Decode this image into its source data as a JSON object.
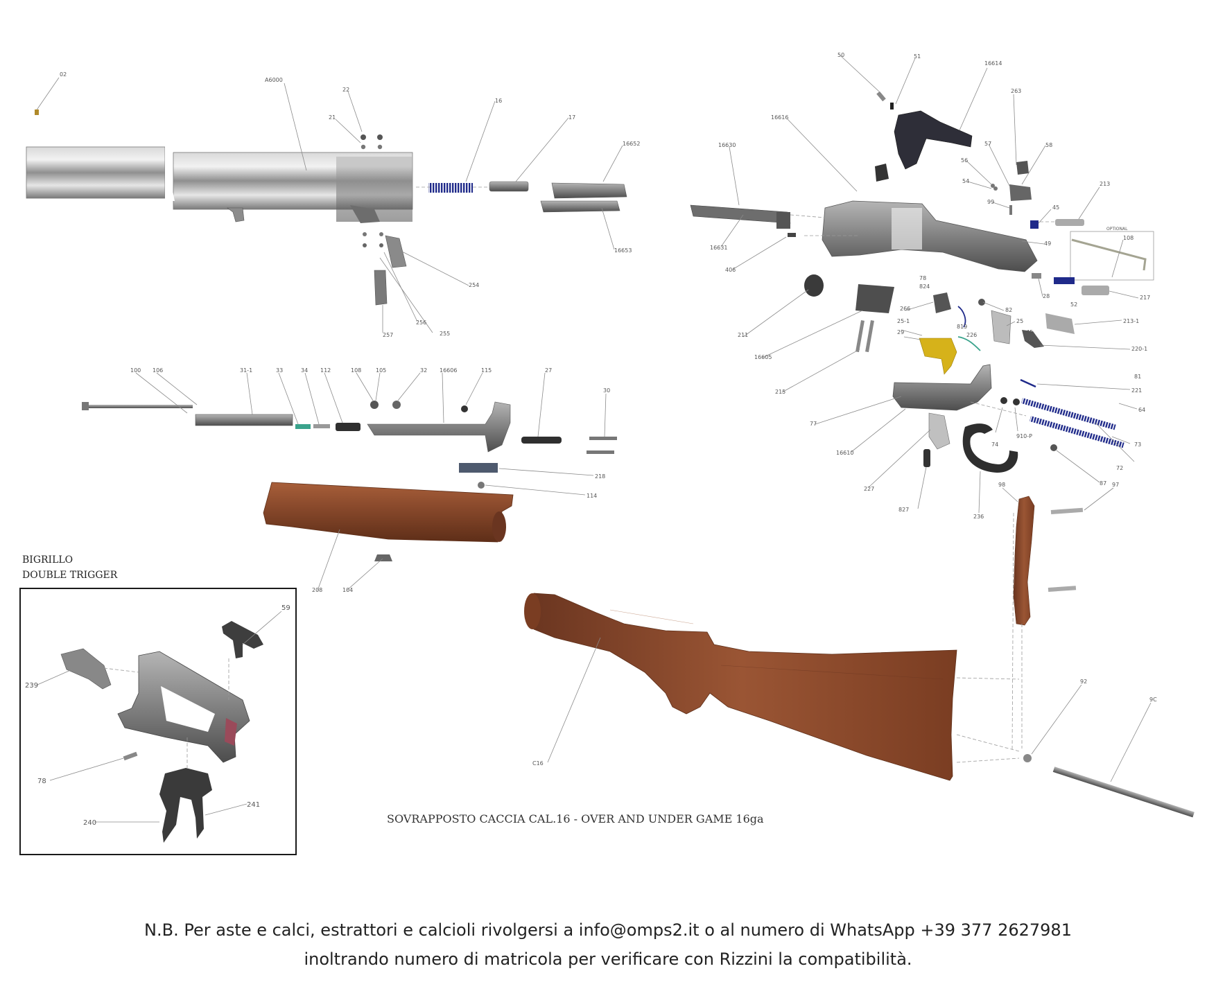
{
  "diagram": {
    "caption": "SOVRAPPOSTO CACCIA CAL.16 - OVER AND UNDER GAME 16ga",
    "inset": {
      "title_line1": "BIGRILLO",
      "title_line2": "DOUBLE TRIGGER",
      "labels": [
        "59",
        "239",
        "78",
        "240",
        "241"
      ]
    },
    "barrel_labels": [
      "02",
      "A6000",
      "22",
      "21",
      "16",
      "17",
      "16652",
      "16653",
      "254",
      "256",
      "255",
      "257"
    ],
    "forend_labels": [
      "100",
      "106",
      "31-1",
      "33",
      "34",
      "112",
      "108",
      "105",
      "32",
      "16606",
      "115",
      "27",
      "30",
      "218",
      "114",
      "208",
      "104"
    ],
    "action_labels": [
      "50",
      "51",
      "16614",
      "263",
      "16616",
      "16630",
      "57",
      "58",
      "56",
      "54",
      "213",
      "99",
      "45",
      "OPTIONAL",
      "108",
      "16631",
      "49",
      "406",
      "78",
      "824",
      "28",
      "52",
      "217",
      "211",
      "266",
      "82",
      "25-1",
      "819",
      "29",
      "25",
      "226",
      "213-1",
      "45",
      "220-1",
      "16605",
      "81",
      "221",
      "215",
      "64",
      "77",
      "74",
      "910-P",
      "16610",
      "73",
      "72",
      "227",
      "87",
      "827",
      "236",
      "98",
      "97"
    ],
    "stock_labels": [
      "C16",
      "92",
      "9C"
    ],
    "colors": {
      "wood": "#8a4a2c",
      "wood_dark": "#5e2e18",
      "metal": "#8c8c8c",
      "metal_dark": "#4a4a4a",
      "spring_blue": "#1f2a8a",
      "trigger_gold": "#d6b21a",
      "spring_green": "#3aa38c"
    }
  },
  "footer": {
    "line1": "N.B. Per aste e calci, estrattori e calcioli rivolgersi a info@omps2.it o al numero di WhatsApp +39 377 2627981",
    "line2": "inoltrando numero di matricola per verificare con Rizzini la compatibilità."
  }
}
